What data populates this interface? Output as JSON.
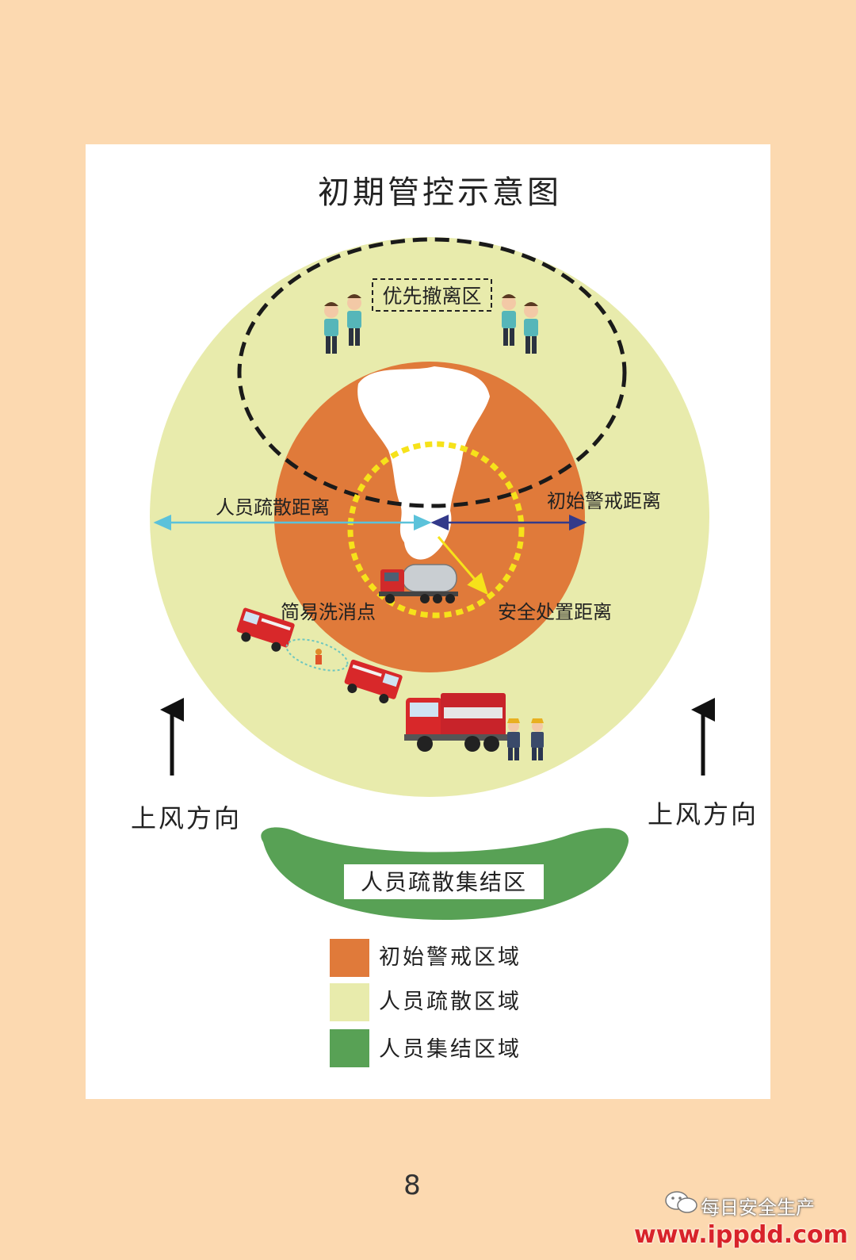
{
  "diagram": {
    "title": "初期管控示意图",
    "priority_zone_label": "优先撤离区",
    "evacuation_distance_label": "人员疏散距离",
    "initial_alert_distance_label": "初始警戒距离",
    "decon_point_label": "简易洗消点",
    "safe_disposal_distance_label": "安全处置距离",
    "upwind_left_label": "上风方向",
    "upwind_right_label": "上风方向",
    "assembly_area_label": "人员疏散集结区",
    "legend": [
      {
        "label": "初始警戒区域",
        "color": "#e07a3a"
      },
      {
        "label": "人员疏散区域",
        "color": "#e8ebac"
      },
      {
        "label": "人员集结区域",
        "color": "#58a155"
      }
    ],
    "colors": {
      "page_bg": "#fcd9b0",
      "card_bg": "#ffffff",
      "evacuation_zone": "#e8ebac",
      "alert_zone": "#e07a3a",
      "assembly_zone": "#58a155",
      "safe_circle": "#f6e21a",
      "evac_arrow": "#5bc2da",
      "alert_arrow": "#333a8a",
      "safe_arrow": "#f6e21a"
    }
  },
  "footer": {
    "page_number": "8",
    "watermark_account": "每日安全生产",
    "watermark_url": "www.ippdd.com"
  }
}
